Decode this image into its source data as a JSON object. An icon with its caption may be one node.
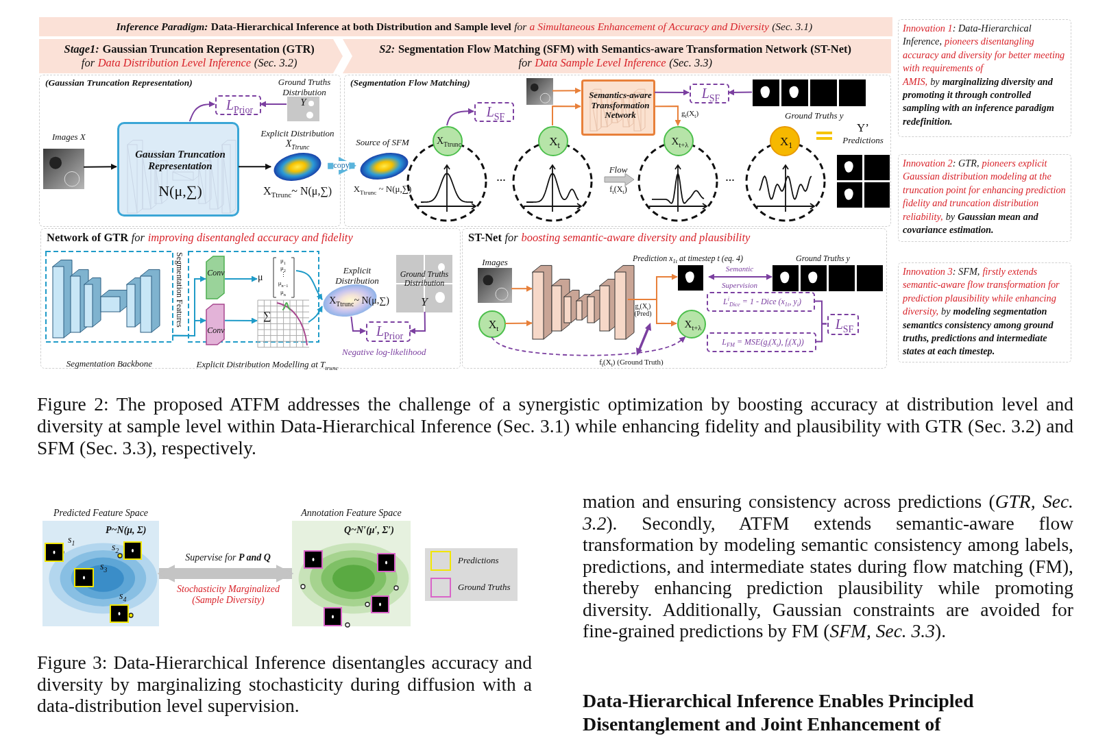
{
  "diagram": {
    "caption": "Figure 2: The proposed ATFM addresses the challenge of a synergistic optimization by boosting accuracy at distribution level and diversity at sample level within Data-Hierarchical Inference (Sec. 3.1) while enhancing fidelity and plausibility with GTR (Sec. 3.2) and SFM (Sec. 3.3), respectively.",
    "nodes": [
      {
        "text": [
          "Inference Paradigm:",
          "Data-Hierarchical Inference at both Distribution and Sample level",
          "for",
          "a Simultaneous Enhancement of Accuracy and Diversity",
          "(Sec. 3.1)"
        ]
      },
      {
        "text": [
          "Stage1:",
          "Gaussian Truncation Representation (GTR)",
          "for",
          "Data Distribution Level Inference",
          "(Sec. 3.2)"
        ]
      },
      {
        "text": [
          "S2:",
          "Segmentation Flow Matching (SFM) with Semantics-aware Transformation Network (ST-Net)",
          "for",
          "Data Sample Level Inference",
          "(Sec. 3.3)"
        ]
      },
      {
        "text": [
          "(Gaussian Truncation Representation)"
        ]
      },
      {
        "text": [],
        "shape": "picture",
        "in": 3,
        "beside": [
          "Images X"
        ]
      },
      {
        "text": [
          "Gaussian Truncation Representation",
          "N(μ,∑)"
        ],
        "in": 3
      },
      {
        "text": [
          "*L*$_{Prior}$"
        ],
        "in": 3
      },
      {
        "text": [
          "Ground Truths Distribution",
          "Y"
        ],
        "in": 3
      },
      {
        "text": [
          "Explicit Distribution",
          "X$_{Ttrunc}$",
          "X$_{Ttrunc}$~ N(μ,∑)"
        ],
        "in": 3
      },
      {
        "text": [
          "(Segmentation Flow Matching)"
        ]
      },
      {
        "text": [
          "Source of SFM",
          "X$_{Ttrunc}$ ~ N(μ,∑)"
        ],
        "in": 9
      },
      {
        "text": [
          "X$_{Ttrunc}$"
        ],
        "in": 9
      },
      {
        "text": [
          "*L*$_{SF}$"
        ],
        "in": 9
      },
      {
        "text": [],
        "shape": "picture",
        "in": 9
      },
      {
        "text": [
          "X$_{t}$"
        ],
        "in": 9
      },
      {
        "text": [
          "Semantics-aware Transformation Network"
        ],
        "in": 9
      },
      {
        "text": [
          "*L*$_{SF}$"
        ],
        "in": 9
      },
      {
        "text": [],
        "shape": "picture",
        "in": 9,
        "beside": [
          "Ground Truths y"
        ]
      },
      {
        "text": [
          "X$_{t+λ}$"
        ],
        "in": 9
      },
      {
        "text": [
          "X$_{1}$"
        ],
        "in": 9
      },
      {
        "text": [
          "Y’",
          "Predictions"
        ],
        "in": 9
      },
      {
        "text": [
          "Network of GTR",
          "for",
          "improving disentangled accuracy and fidelity"
        ]
      },
      {
        "text": [
          "Segmentation Backbone"
        ],
        "in": 21
      },
      {
        "text": [
          "Explicit Distribution Modelling at T$_{trunc}$"
        ],
        "in": 21
      },
      {
        "text": [
          "Conv"
        ],
        "in": 23
      },
      {
        "text": [
          "Conv"
        ],
        "in": 23
      },
      {
        "text": [
          "μ",
          "μ$_{1}$",
          "μ$_{2}$",
          "⋮",
          "μ$_{n−1}$",
          "μ$_{n}$"
        ],
        "in": 23
      },
      {
        "text": [
          "∑"
        ],
        "in": 23
      },
      {
        "text": [
          "Explicit Distribution",
          "X$_{Ttrunc}$~ N(μ,∑)"
        ],
        "in": 21
      },
      {
        "text": [
          "Ground Truths Distribution",
          "Y"
        ],
        "in": 21
      },
      {
        "text": [
          "*L*$_{Prior}$"
        ],
        "in": 21,
        "beside": [
          "Negative log-likelihood"
        ]
      },
      {
        "text": [
          "ST-Net",
          "for",
          "boosting semantic-aware diversity and plausibility"
        ]
      },
      {
        "text": [
          "Images"
        ],
        "in": 31
      },
      {
        "text": [
          "X$_{t}$"
        ],
        "in": 31
      },
      {
        "text": [],
        "shape": "picture",
        "in": 31
      },
      {
        "text": [
          "Prediction x$_{1t}$ at timestep t (eq. 4)"
        ],
        "in": 31
      },
      {
        "text": [
          "Ground Truths y"
        ],
        "in": 31
      },
      {
        "text": [
          "X$_{t+λ}$"
        ],
        "in": 31
      },
      {
        "text": [
          "L$^{i}$$_{Dice}$ = 1 - Dice (x$_{1t}$, y$_{i}$)"
        ],
        "in": 31
      },
      {
        "text": [
          "L$_{FM}$ = MSE(g$_{t}$(X$_{t}$), f$_{t}$(X$_{t}$))"
        ],
        "in": 31
      },
      {
        "text": [
          "*L*$_{SF}$"
        ],
        "in": 31
      },
      {
        "text": [
          "Innovation 1",
          ": Data-Hierarchical Inference,",
          "pioneers disentangling accuracy and diversity for better meeting with requirements of AMIS,",
          "by",
          "marginalizing diversity and promoting it through controlled sampling with an inference paradigm redefinition."
        ]
      },
      {
        "text": [
          "Innovation 2",
          ": GTR,",
          "pioneers explicit Gaussian distribution modeling at the truncation point for enhancing prediction fidelity and truncation distribution reliability,",
          "by",
          "Gaussian mean and covariance estimation."
        ]
      },
      {
        "text": [
          "Innovation 3",
          ": SFM,",
          "firstly extends semantic-aware flow transformation for prediction plausibility while enhancing diversity,",
          "by",
          "modeling segmentation semantics consistency among ground truths, predictions and intermediate states at each timestep."
        ]
      },
      {
        "text": [
          "Predicted Feature Space",
          "P~N(μ, Σ)"
        ]
      },
      {
        "text": [],
        "shape": "picture",
        "in": 44,
        "beside": [
          "s$_{1}$"
        ]
      },
      {
        "text": [],
        "shape": "picture",
        "in": 44,
        "beside": [
          "s$_{2}$"
        ]
      },
      {
        "text": [],
        "shape": "picture",
        "in": 44,
        "beside": [
          "s$_{3}$"
        ]
      },
      {
        "text": [],
        "shape": "picture",
        "in": 44,
        "beside": [
          "s$_{4}$"
        ]
      },
      {
        "text": [
          "Annotation Feature Space",
          "Q~N′(μ′, Σ′)"
        ]
      },
      {
        "text": [],
        "shape": "picture",
        "in": 49
      },
      {
        "text": [],
        "shape": "picture",
        "in": 49
      },
      {
        "text": [],
        "shape": "picture",
        "in": 49
      },
      {
        "text": [],
        "shape": "picture",
        "in": 49
      }
    ],
    "edges": [
      {
        "from": 4,
        "to": 5,
        "arrow": "to",
        "color": "#111111"
      },
      {
        "from": 5,
        "to": 8,
        "arrow": "to",
        "color": "#111111"
      },
      {
        "from": 5,
        "to": 6,
        "arrow": "to",
        "color": "#7b3fa0"
      },
      {
        "from": 7,
        "to": 6,
        "arrow": "to",
        "color": "#7b3fa0"
      },
      {
        "from": 8,
        "to": 10,
        "arrow": "to",
        "label": "copy",
        "style": "thick",
        "color": "#5ab4dc"
      },
      {
        "from": 11,
        "to": 12,
        "arrow": "to",
        "color": "#7b3fa0"
      },
      {
        "from": 14,
        "to": 15,
        "arrow": "to",
        "color": "#e8803a"
      },
      {
        "from": 13,
        "to": 15,
        "arrow": "to",
        "color": "#e8803a"
      },
      {
        "from": 15,
        "to": 18,
        "arrow": "to",
        "label": "g$_{t}$(X$_{t}$)",
        "color": "#e8803a"
      },
      {
        "from": 15,
        "to": 16,
        "arrow": "to",
        "color": "#7b3fa0"
      },
      {
        "from": 17,
        "to": 16,
        "arrow": "to",
        "color": "#7b3fa0"
      },
      {
        "from": 22,
        "to": 24,
        "arrow": "to",
        "color": "#1f9bc8"
      },
      {
        "from": 22,
        "to": 25,
        "arrow": "to",
        "color": "#1f9bc8"
      },
      {
        "from": 24,
        "to": 26,
        "arrow": "to",
        "color": "#1f9bc8"
      },
      {
        "from": 25,
        "to": 27,
        "arrow": "to",
        "color": "#1f9bc8"
      },
      {
        "from": 26,
        "to": 28,
        "arrow": "to",
        "color": "#1f9bc8"
      },
      {
        "from": 27,
        "to": 28,
        "arrow": "to",
        "color": "#1f9bc8"
      },
      {
        "from": 28,
        "to": 30,
        "arrow": "to",
        "color": "#7b3fa0"
      },
      {
        "from": 29,
        "to": 30,
        "arrow": "to",
        "color": "#7b3fa0"
      },
      {
        "from": 32,
        "to": 34,
        "arrow": "to",
        "color": "#e8803a"
      },
      {
        "from": 33,
        "to": 34,
        "arrow": "to",
        "color": "#e8803a"
      },
      {
        "from": 34,
        "to": 35,
        "arrow": "to",
        "color": "#e8803a"
      },
      {
        "from": 34,
        "to": 37,
        "arrow": "to",
        "label": "g$_{t}$(X$_{t}$) (Pred)",
        "color": "#e8803a"
      },
      {
        "from": 35,
        "to": 36,
        "arrow": "both",
        "label": "Semantic Supervision",
        "color": "#7b3fa0"
      },
      {
        "from": 38,
        "to": 40,
        "arrow": "none",
        "color": "#7b3fa0"
      },
      {
        "from": 39,
        "to": 40,
        "arrow": "none",
        "color": "#7b3fa0"
      },
      {
        "from": 33,
        "to": 37,
        "arrow": "to",
        "label": "f$_{t}$(X$_{t}$) (Ground Truth)",
        "style": "dashed",
        "color": "#7b3fa0"
      },
      {
        "from": 44,
        "to": 49,
        "arrow": "both",
        "label": "Supervise for **P and Q**",
        "style": "thick",
        "color": "#c4c4c4"
      }
    ],
    "labels": [
      "...",
      "Flow",
      "f$_{t}$(X$_{t}$)",
      "...",
      "Segmentation Features",
      "Stochasticity Marginalized (Sample Diversity)",
      "Figure 3: Data-Hierarchical Inference disentangles accuracy and diversity by marginalizing stochasticity during diffusion with a data-distribution level supervision.",
      "mation and ensuring consistency across predictions (*GTR, Sec. 3.2*). Secondly, ATFM extends semantic-aware flow transformation by modeling semantic consistency among labels, predictions, and intermediate states during flow matching (FM), thereby enhancing prediction plausibility while promoting diversity. Additionally, Gaussian constraints are avoided for fine-grained predictions by FM (*SFM, Sec. 3.3*).",
      "Data-Hierarchical Inference Enables Principled Disentanglement and Joint Enhancement of"
    ],
    "legend": [
      {
        "text": "Predictions"
      },
      {
        "text": "Ground Truths"
      }
    ]
  }
}
